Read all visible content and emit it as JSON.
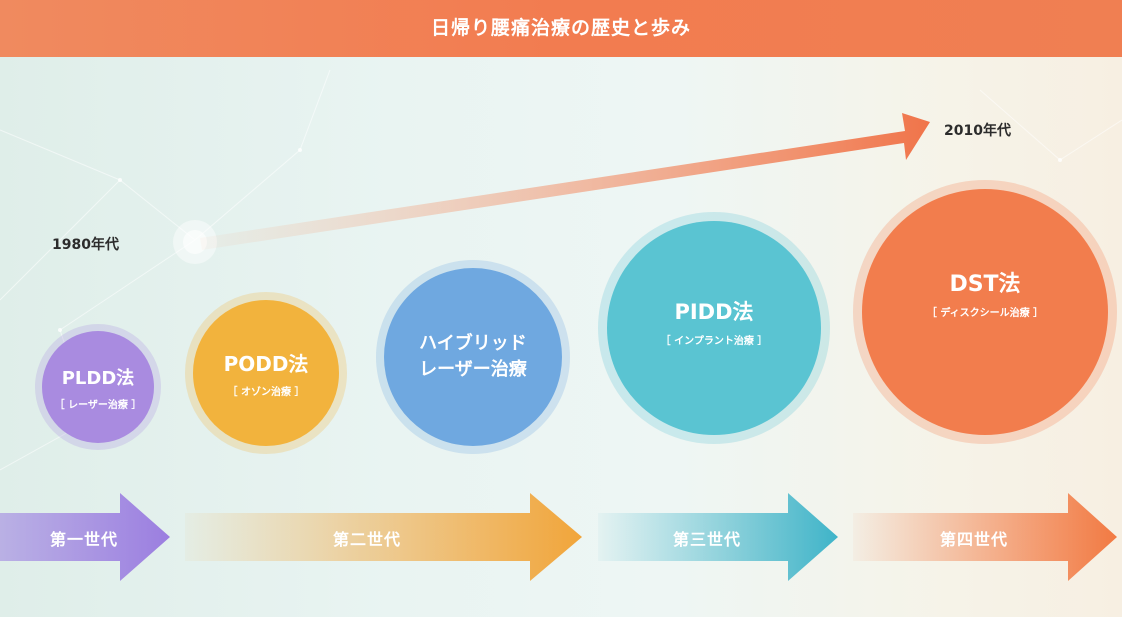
{
  "header": {
    "title": "日帰り腰痛治療の歴史と歩み"
  },
  "timeline": {
    "start_label": "1980年代",
    "end_label": "2010年代"
  },
  "methods": [
    {
      "title": "PLDD法",
      "subtitle": "［ レーザー治療 ］",
      "color": "#a98be0"
    },
    {
      "title": "PODD法",
      "subtitle": "［ オゾン治療 ］",
      "color": "#f2b33d"
    },
    {
      "title_line1": "ハイブリッド",
      "title_line2": "レーザー治療",
      "color": "#6fa8e0"
    },
    {
      "title": "PIDD法",
      "subtitle": "［ インプラント治療 ］",
      "color": "#5ac4d2"
    },
    {
      "title": "DST法",
      "subtitle": "［ ディスクシール治療 ］",
      "color": "#f27d4d"
    }
  ],
  "generations": [
    {
      "label": "第一世代",
      "color": "#9b7ee0"
    },
    {
      "label": "第二世代",
      "color": "#f1a53a"
    },
    {
      "label": "第三世代",
      "color": "#3fb4c9"
    },
    {
      "label": "第四世代",
      "color": "#f27a43"
    }
  ]
}
